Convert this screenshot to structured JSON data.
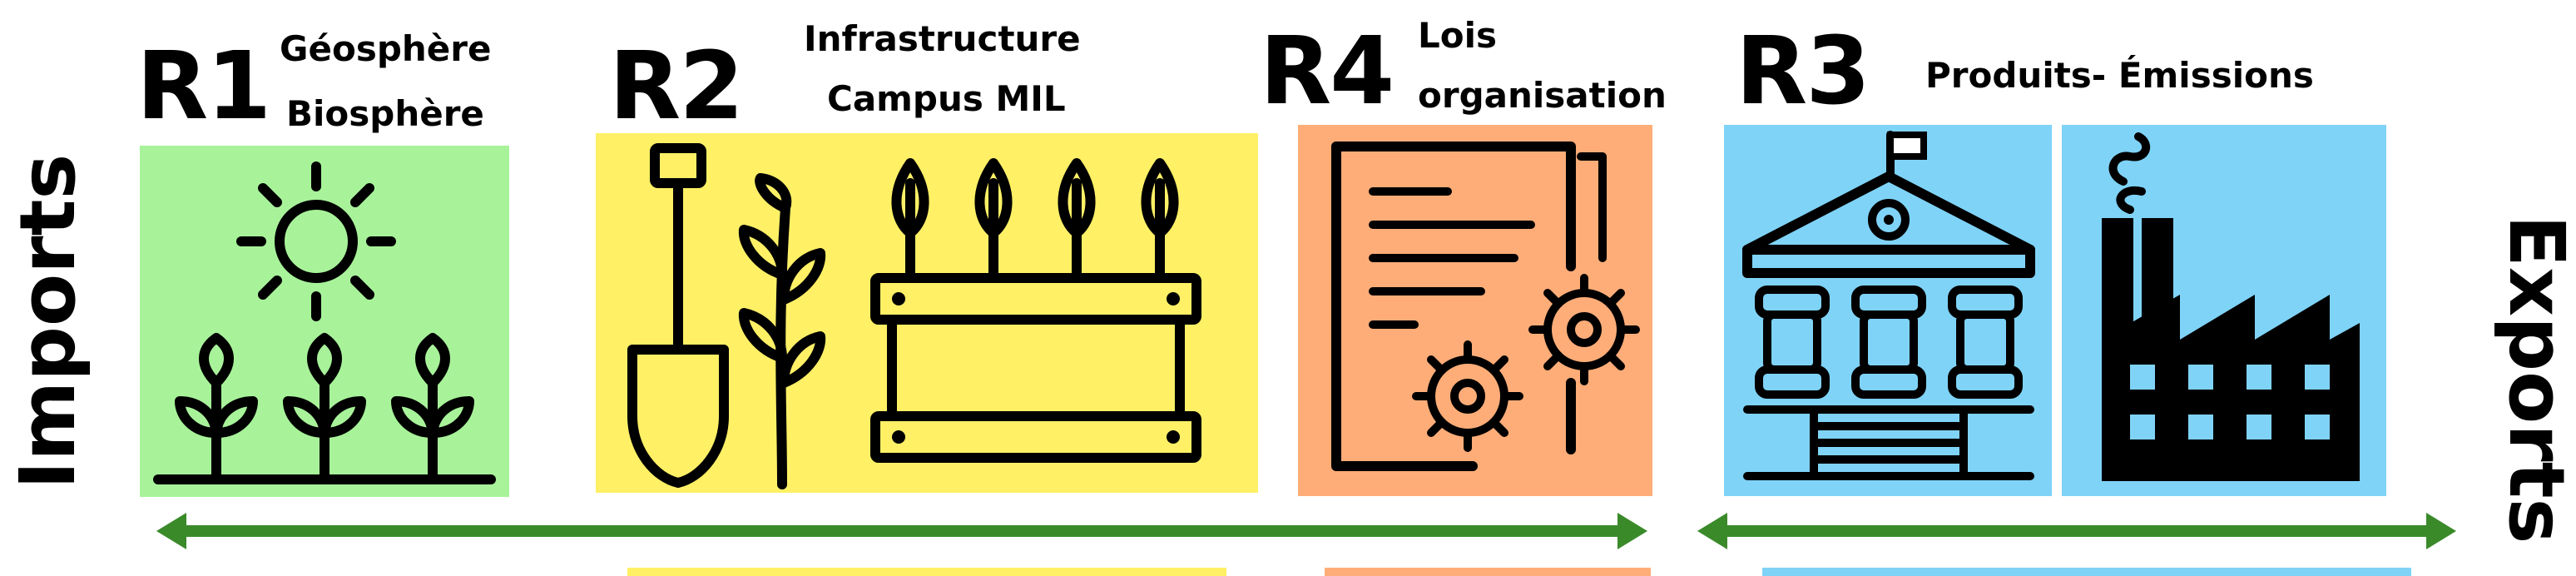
{
  "diagram": {
    "side_left": "Imports",
    "side_right": "Exports",
    "colors": {
      "green": "#a8f39a",
      "yellow": "#fff066",
      "orange": "#ffad78",
      "blue": "#7fd3f7",
      "arrow": "#3a8a2a"
    },
    "sections": [
      {
        "code": "R1",
        "line1": "Géosphère",
        "line2": "Biosphère",
        "icons": [
          "sun-icon",
          "sprouts-icon"
        ]
      },
      {
        "code": "R2",
        "line1": "Infrastructure",
        "line2": "Campus MIL",
        "icons": [
          "shovel-icon",
          "plant-icon",
          "garden-box-icon"
        ]
      },
      {
        "code": "R4",
        "line1": "Lois",
        "line2": "organisation",
        "icons": [
          "document-gears-icon"
        ]
      },
      {
        "code": "R3",
        "line1": "Produits- Émissions",
        "icons": [
          "building-icon",
          "factory-icon"
        ]
      }
    ]
  }
}
